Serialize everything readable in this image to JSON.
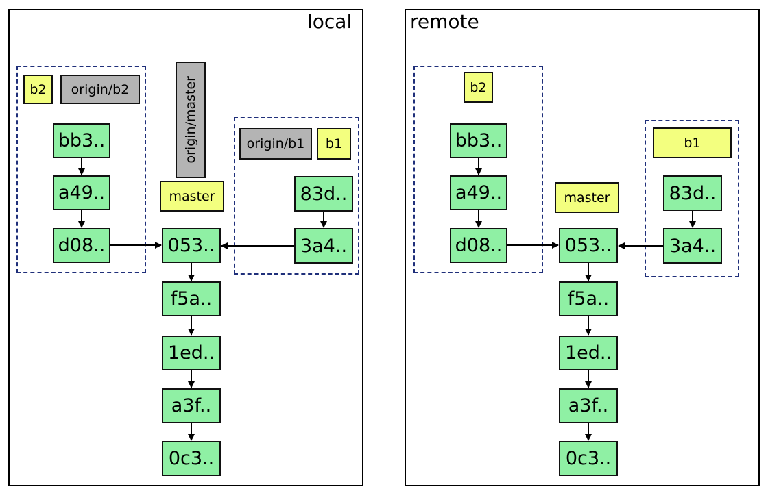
{
  "local": {
    "title": "local",
    "commits": {
      "c_bb3": "bb3..",
      "c_a49": "a49..",
      "c_d08": "d08..",
      "c_053": "053..",
      "c_f5a": "f5a..",
      "c_1ed": "1ed..",
      "c_a3f": "a3f..",
      "c_0c3": "0c3..",
      "c_83d": "83d..",
      "c_3a4": "3a4.."
    },
    "labels": {
      "b2": "b2",
      "origin_b2": "origin/b2",
      "origin_master": "origin/master",
      "master": "master",
      "origin_b1": "origin/b1",
      "b1": "b1"
    }
  },
  "remote": {
    "title": "remote",
    "commits": {
      "c_bb3": "bb3..",
      "c_a49": "a49..",
      "c_d08": "d08..",
      "c_053": "053..",
      "c_f5a": "f5a..",
      "c_1ed": "1ed..",
      "c_a3f": "a3f..",
      "c_0c3": "0c3..",
      "c_83d": "83d..",
      "c_3a4": "3a4.."
    },
    "labels": {
      "b2": "b2",
      "master": "master",
      "b1": "b1"
    }
  },
  "colors": {
    "commit_fill": "#8ff0a4",
    "branch_label": "#f3ff7f",
    "remote_tracking_label": "#b4b4b4",
    "group_border": "#1f2f7a"
  }
}
